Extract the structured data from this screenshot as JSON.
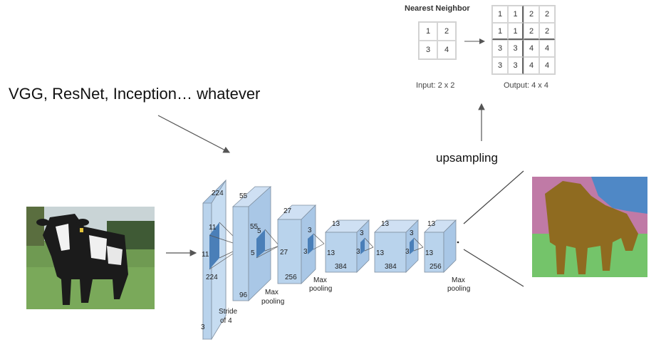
{
  "caption": "VGG, ResNet, Inception… whatever",
  "upsampling_label": "upsampling",
  "nearest_neighbor": {
    "title": "Nearest Neighbor",
    "input_grid": [
      [
        "1",
        "2"
      ],
      [
        "3",
        "4"
      ]
    ],
    "output_grid": [
      [
        "1",
        "1",
        "2",
        "2"
      ],
      [
        "1",
        "1",
        "2",
        "2"
      ],
      [
        "3",
        "3",
        "4",
        "4"
      ],
      [
        "3",
        "3",
        "4",
        "4"
      ]
    ],
    "input_caption": "Input: 2 x 2",
    "output_caption": "Output: 4 x 4"
  },
  "network": {
    "layer1": {
      "top": "224",
      "kernel_a": "11",
      "kernel_b": "11",
      "side": "224",
      "depth": "3",
      "stride": "Stride",
      "stride2": "of 4"
    },
    "layer2": {
      "top": "55",
      "side": "55",
      "kernel_a": "5",
      "kernel_b": "5",
      "depth": "96"
    },
    "layer3": {
      "top": "27",
      "side": "27",
      "kernel_a": "3",
      "kernel_b": "3",
      "depth": "256"
    },
    "layer4": {
      "top": "13",
      "side": "13",
      "kernel_a": "3",
      "kernel_b": "3",
      "depth": "384"
    },
    "layer5": {
      "top": "13",
      "side": "13",
      "kernel_a": "3",
      "kernel_b": "3",
      "depth": "384"
    },
    "layer6": {
      "top": "13",
      "side": "13",
      "depth": "256"
    },
    "pool1": [
      "Max",
      "pooling"
    ],
    "pool2": [
      "Max",
      "pooling"
    ],
    "pool3": [
      "Max",
      "pooling"
    ]
  },
  "colors": {
    "block_face": "#b9d3ec",
    "block_edge": "#7f8fa0",
    "kernel": "#4a7fb8",
    "arrow": "#555555"
  }
}
